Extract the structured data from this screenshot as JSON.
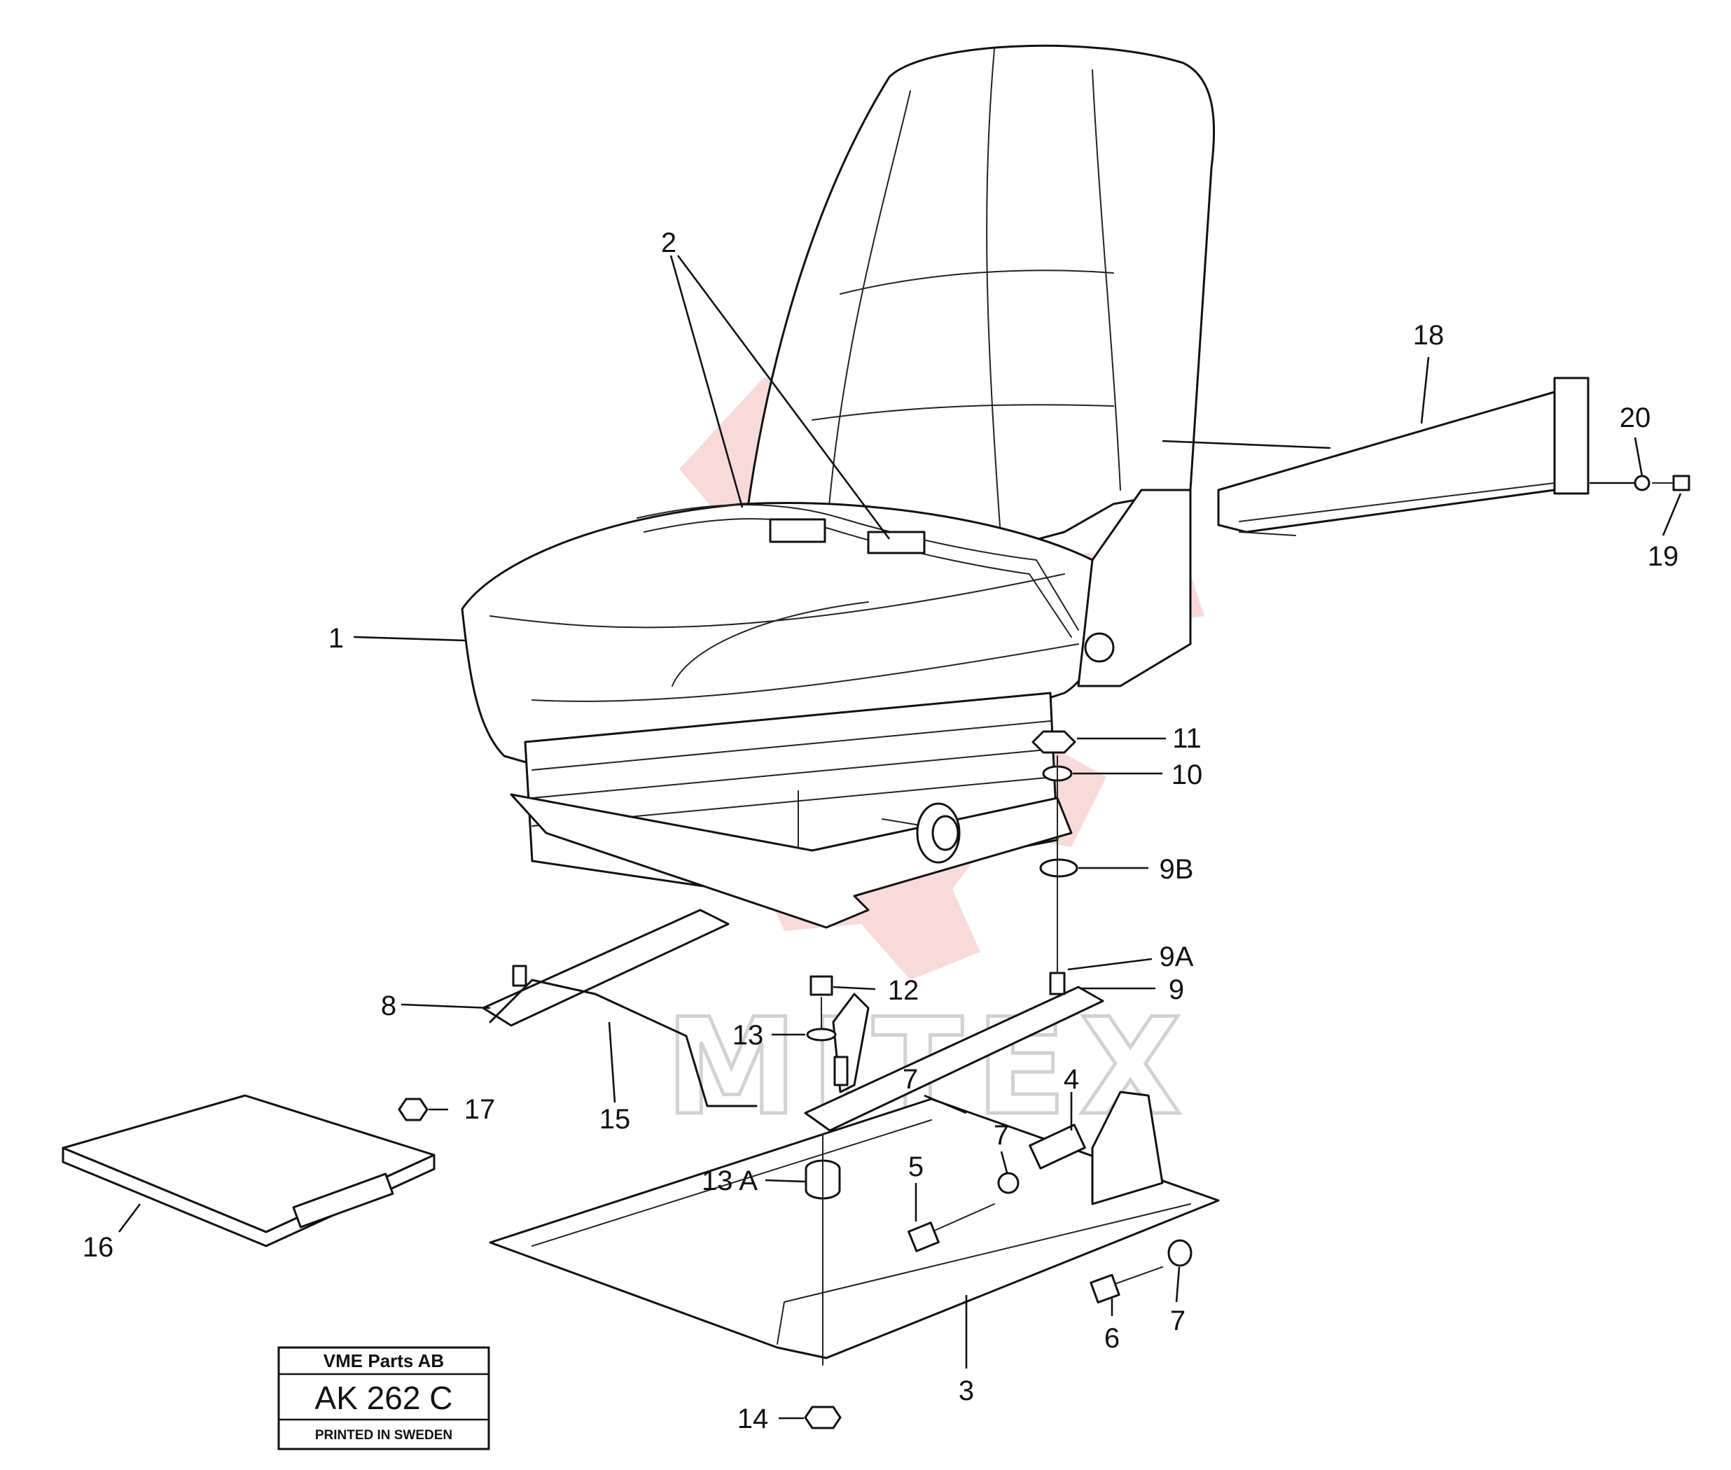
{
  "watermark": {
    "text": "MITEX",
    "color": "#f4bcbc"
  },
  "callouts": [
    {
      "id": "1",
      "label": "1"
    },
    {
      "id": "2",
      "label": "2"
    },
    {
      "id": "3",
      "label": "3"
    },
    {
      "id": "4",
      "label": "4"
    },
    {
      "id": "5",
      "label": "5"
    },
    {
      "id": "6",
      "label": "6"
    },
    {
      "id": "7a",
      "label": "7"
    },
    {
      "id": "7b",
      "label": "7"
    },
    {
      "id": "7c",
      "label": "7"
    },
    {
      "id": "8",
      "label": "8"
    },
    {
      "id": "9",
      "label": "9"
    },
    {
      "id": "9A",
      "label": "9A"
    },
    {
      "id": "9B",
      "label": "9B"
    },
    {
      "id": "10",
      "label": "10"
    },
    {
      "id": "11",
      "label": "11"
    },
    {
      "id": "12",
      "label": "12"
    },
    {
      "id": "13",
      "label": "13"
    },
    {
      "id": "13A",
      "label": "13 A"
    },
    {
      "id": "14",
      "label": "14"
    },
    {
      "id": "15",
      "label": "15"
    },
    {
      "id": "16",
      "label": "16"
    },
    {
      "id": "17",
      "label": "17"
    },
    {
      "id": "18",
      "label": "18"
    },
    {
      "id": "19",
      "label": "19"
    },
    {
      "id": "20",
      "label": "20"
    }
  ],
  "stamp": {
    "company": "VME Parts AB",
    "code": "AK 262 C",
    "printed": "PRINTED IN SWEDEN"
  }
}
